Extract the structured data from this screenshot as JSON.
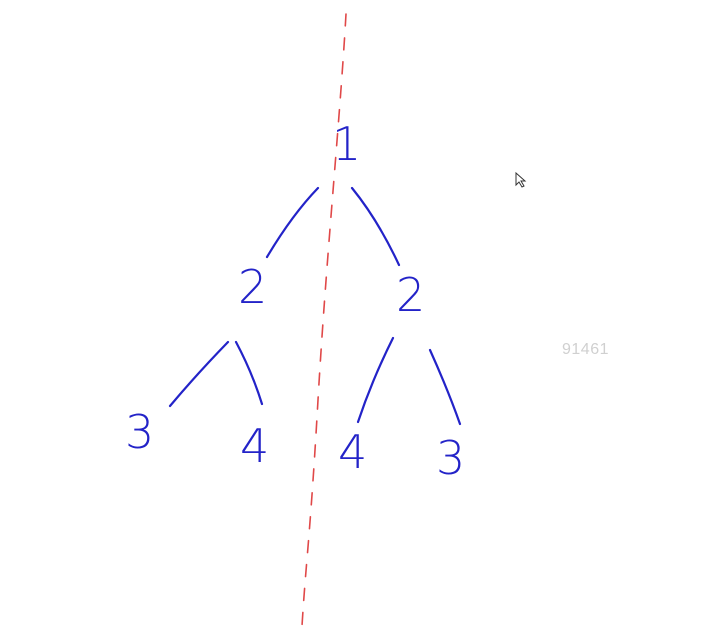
{
  "colors": {
    "ink": "#2323c8",
    "axis": "#e04848",
    "watermark": "#d0d0d0"
  },
  "tree": {
    "root": "1",
    "level1": [
      "2",
      "2"
    ],
    "level2": [
      "3",
      "4",
      "4",
      "3"
    ]
  },
  "symmetry_axis": {
    "style": "dashed",
    "color": "red"
  },
  "watermark": "91461",
  "cursor": {
    "icon": "arrow-cursor-icon"
  }
}
